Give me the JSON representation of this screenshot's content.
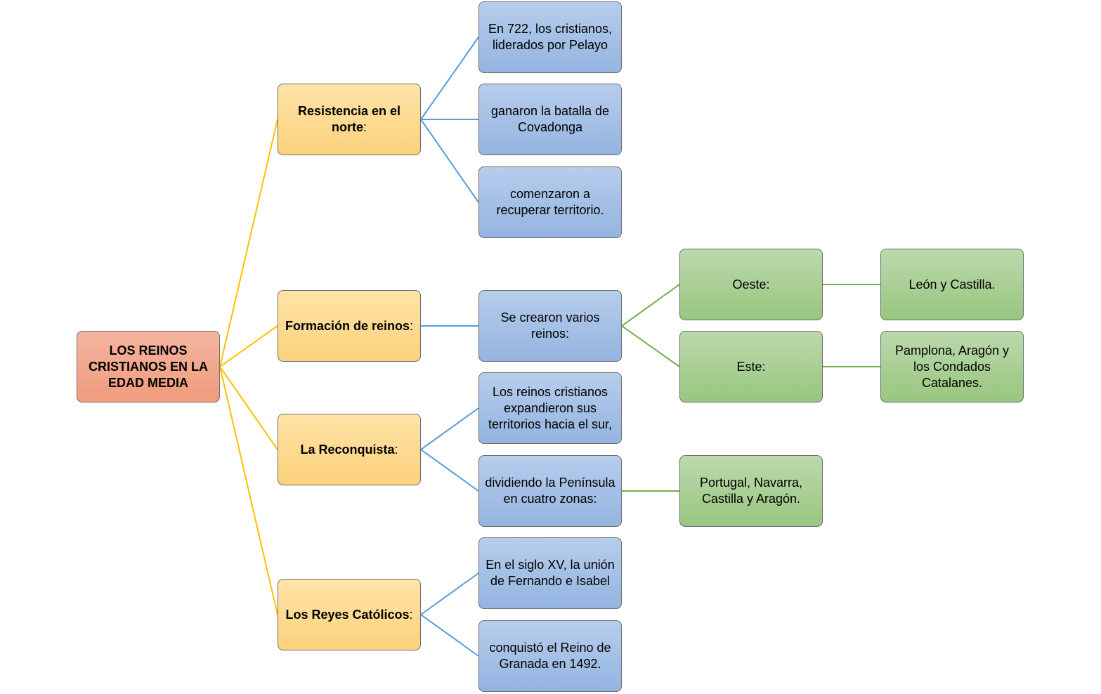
{
  "root": {
    "title": "LOS REINOS CRISTIANOS EN LA EDAD MEDIA"
  },
  "categories": [
    {
      "label": "Resistencia en el norte",
      "suffix": ":"
    },
    {
      "label": "Formación de reinos",
      "suffix": ":"
    },
    {
      "label": "La Reconquista",
      "suffix": ":"
    },
    {
      "label": "Los Reyes Católicos",
      "suffix": ":"
    }
  ],
  "details": {
    "resistencia": [
      "En 722, los cristianos, liderados por Pelayo",
      "ganaron la batalla de Covadonga",
      "comenzaron a recuperar territorio."
    ],
    "formacion": [
      "Se crearon varios reinos:"
    ],
    "reconquista": [
      "Los reinos cristianos expandieron sus territorios hacia el sur,",
      "dividiendo la Península en cuatro zonas:"
    ],
    "reyes": [
      "En el siglo XV, la unión de Fernando e Isabel",
      "conquistó el Reino de Granada en 1492."
    ]
  },
  "subdetails": {
    "oeste": "Oeste:",
    "este": "Este:",
    "zonas": "Portugal, Navarra, Castilla y Aragón."
  },
  "leaves": {
    "oeste": "León y Castilla.",
    "este": "Pamplona, Aragón y los Condados Catalanes."
  },
  "colors": {
    "root_connector": "#ffc000",
    "category_connector": "#5b9bd5",
    "sub_connector": "#70ad47"
  }
}
